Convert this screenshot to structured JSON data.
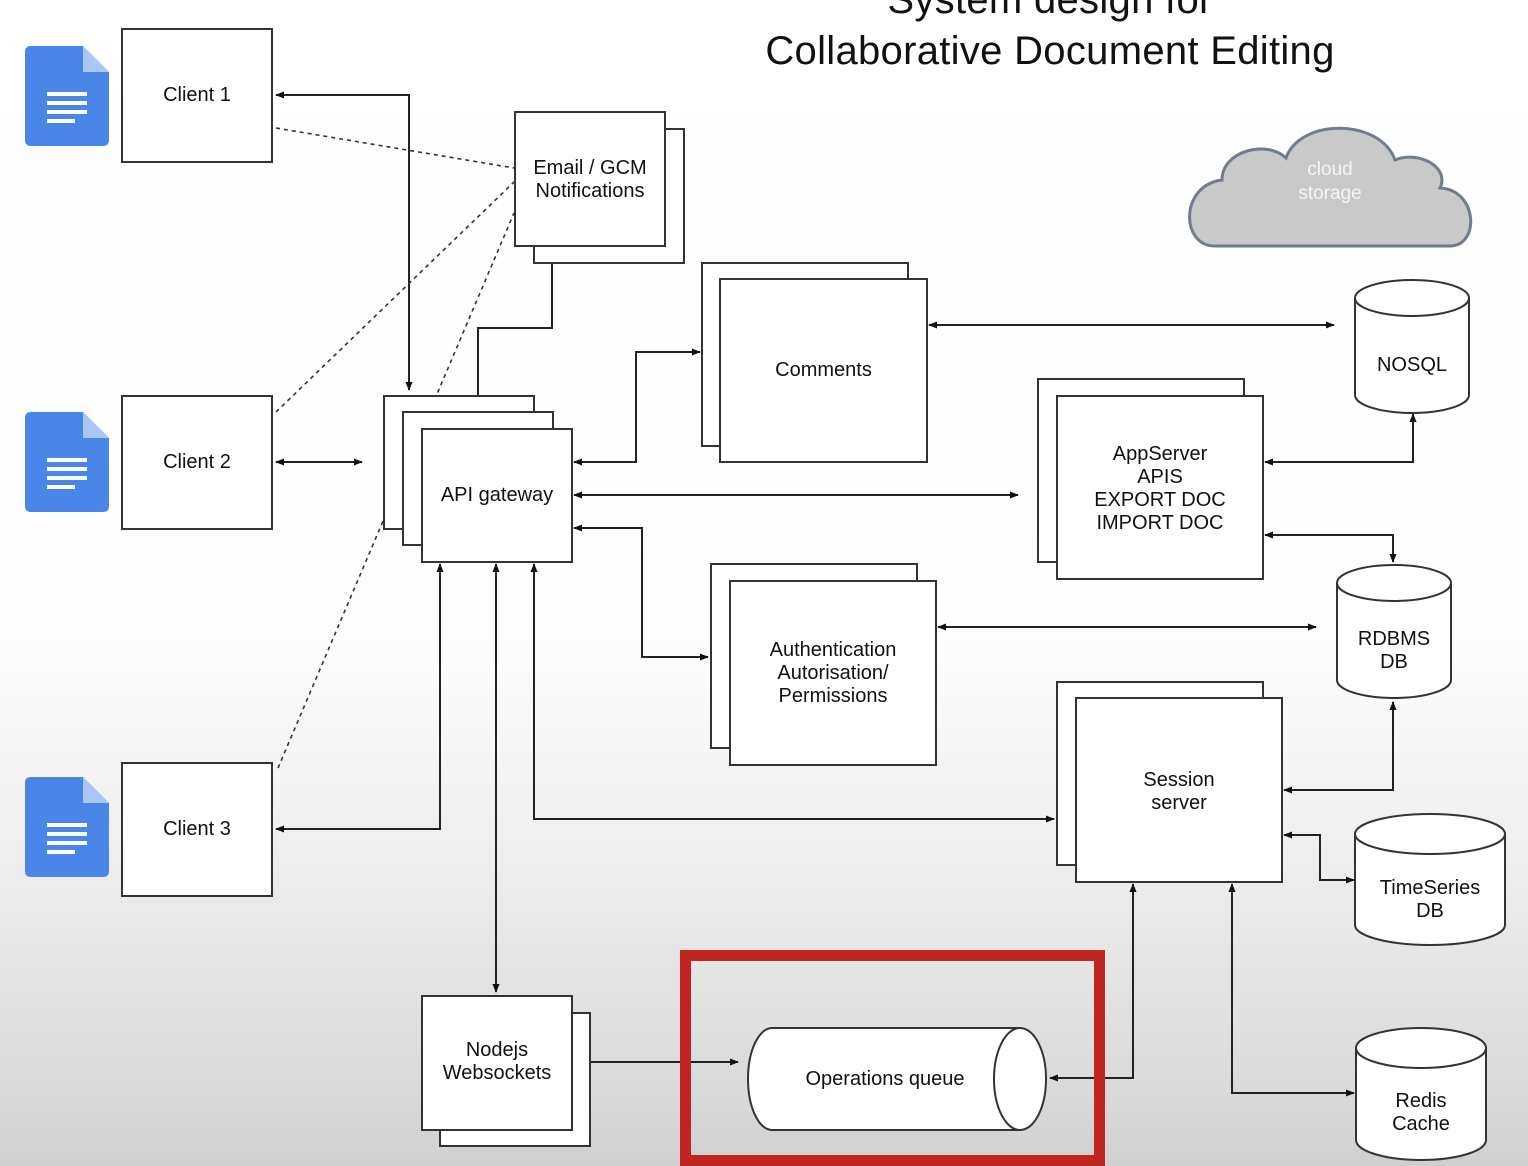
{
  "title": {
    "line1": "System design for",
    "line2": "Collaborative Document Editing"
  },
  "icons": {
    "client_doc": "google-docs-icon",
    "cloud": "cloud-icon",
    "database": "database-cylinder-icon",
    "queue": "queue-cylinder-icon"
  },
  "colors": {
    "doc_icon_blue": "#4a86e8",
    "highlight_red": "#c0261f",
    "cloud_fill": "#c9c9c9",
    "cloud_outline": "#6f7c8f"
  },
  "nodes": {
    "client1": "Client 1",
    "client2": "Client 2",
    "client3": "Client 3",
    "notifications": "Email / GCM\nNotifications",
    "api_gateway": "API gateway",
    "comments": "Comments",
    "appserver": "AppServer\nAPIS\nEXPORT DOC\nIMPORT DOC",
    "auth": "Authentication\nAutorisation/\nPermissions",
    "session": "Session\nserver",
    "nodejs": "Nodejs\nWebsockets",
    "queue": "Operations queue",
    "cloud": "cloud\nstorage",
    "nosql": "NOSQL",
    "rdbms": "RDBMS\nDB",
    "timeseries": "TimeSeries\nDB",
    "redis": "Redis\nCache"
  }
}
